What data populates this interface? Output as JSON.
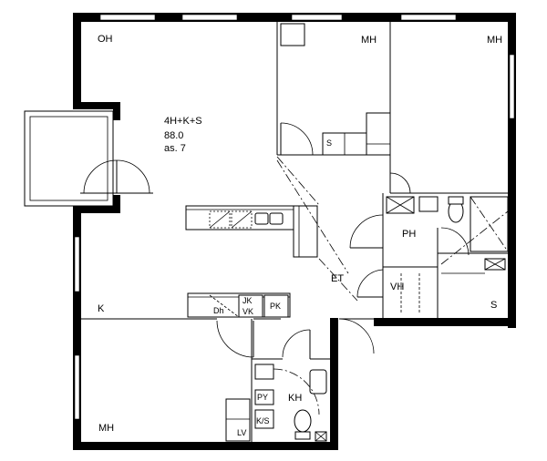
{
  "plan": {
    "summary": {
      "type": "4H+K+S",
      "area": "88.0",
      "unit": "as. 7"
    },
    "rooms": {
      "oh": "OH",
      "mh_top_middle": "MH",
      "mh_top_right": "MH",
      "mh_bottom_left": "MH",
      "k": "K",
      "et": "ET",
      "ph": "PH",
      "vh": "VH",
      "s_sauna": "S",
      "kh": "KH"
    },
    "fixtures": {
      "s_closet": "S",
      "jk": "JK",
      "vk": "VK",
      "pk": "PK",
      "py": "PY",
      "lv": "LV",
      "ks": "K/S",
      "dw": "Dh"
    }
  }
}
